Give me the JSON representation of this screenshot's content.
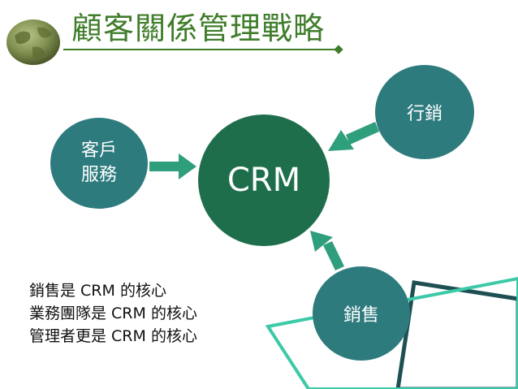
{
  "title": "顧客關係管理戰略",
  "nodes": {
    "center": "CRM",
    "customer_service": "客戶\n服務",
    "marketing": "行銷",
    "sales": "銷售"
  },
  "notes": [
    "銷售是 CRM 的核心",
    "業務團隊是 CRM 的核心",
    "管理者更是 CRM 的核心"
  ],
  "colors": {
    "title_green": "#3f7d2b",
    "center_green": "#1f6e4b",
    "node_teal": "#2e7b7e",
    "arrow_green": "#2f9e7c",
    "deco_aqua": "#3cc9a8",
    "deco_dark": "#1e4f52"
  },
  "icons": {
    "globe": "globe-icon"
  }
}
